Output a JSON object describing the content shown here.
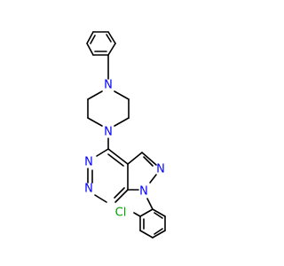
{
  "molecule": {
    "atoms": {
      "n_pip_top": "N",
      "n_pip_bottom": "N",
      "n_pyrimidine_top": "N",
      "n_pyrimidine_bottom": "N",
      "n_pyrazole_2": "N",
      "n_pyrazole_1": "N",
      "cl": "Cl"
    },
    "colors": {
      "bond": "#000000",
      "nitrogen": "#0000ff",
      "chlorine": "#00a000"
    }
  }
}
